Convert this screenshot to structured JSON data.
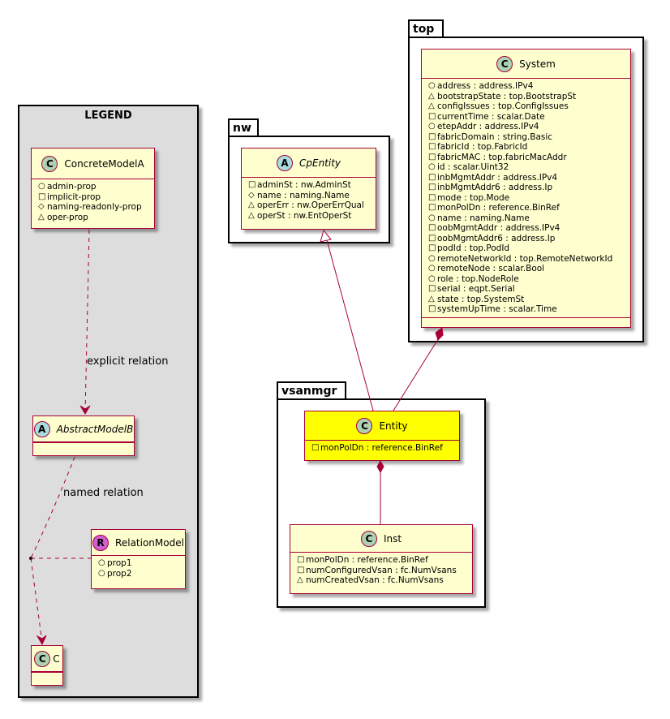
{
  "legend": {
    "title": "LEGEND",
    "concrete": {
      "name": "ConcreteModelA",
      "badge": "C",
      "attrs": [
        {
          "vis": "○",
          "text": "admin-prop"
        },
        {
          "vis": "□",
          "text": "implicit-prop"
        },
        {
          "vis": "◇",
          "text": "naming-readonly-prop"
        },
        {
          "vis": "△",
          "text": "oper-prop"
        }
      ]
    },
    "abstract": {
      "name": "AbstractModelB",
      "badge": "A"
    },
    "relation": {
      "name": "RelationModel",
      "badge": "R",
      "attrs": [
        {
          "vis": "○",
          "text": "prop1"
        },
        {
          "vis": "○",
          "text": "prop2"
        }
      ]
    },
    "c": {
      "name": "C",
      "badge": "C"
    },
    "explicit_label": "explicit relation",
    "named_label": "named relation"
  },
  "packages": {
    "nw": {
      "name": "nw",
      "class": {
        "name": "CpEntity",
        "badge": "A",
        "attrs": [
          {
            "vis": "□",
            "text": "adminSt : nw.AdminSt"
          },
          {
            "vis": "◇",
            "text": "name : naming.Name"
          },
          {
            "vis": "△",
            "text": "operErr : nw.OperErrQual"
          },
          {
            "vis": "△",
            "text": "operSt : nw.EntOperSt"
          }
        ]
      }
    },
    "top": {
      "name": "top",
      "class": {
        "name": "System",
        "badge": "C",
        "attrs": [
          {
            "vis": "○",
            "text": "address : address.IPv4"
          },
          {
            "vis": "△",
            "text": "bootstrapState : top.BootstrapSt"
          },
          {
            "vis": "△",
            "text": "configIssues : top.ConfigIssues"
          },
          {
            "vis": "□",
            "text": "currentTime : scalar.Date"
          },
          {
            "vis": "○",
            "text": "etepAddr : address.IPv4"
          },
          {
            "vis": "□",
            "text": "fabricDomain : string.Basic"
          },
          {
            "vis": "□",
            "text": "fabricId : top.FabricId"
          },
          {
            "vis": "□",
            "text": "fabricMAC : top.fabricMacAddr"
          },
          {
            "vis": "○",
            "text": "id : scalar.Uint32"
          },
          {
            "vis": "□",
            "text": "inbMgmtAddr : address.IPv4"
          },
          {
            "vis": "□",
            "text": "inbMgmtAddr6 : address.Ip"
          },
          {
            "vis": "□",
            "text": "mode : top.Mode"
          },
          {
            "vis": "□",
            "text": "monPolDn : reference.BinRef"
          },
          {
            "vis": "○",
            "text": "name : naming.Name"
          },
          {
            "vis": "□",
            "text": "oobMgmtAddr : address.IPv4"
          },
          {
            "vis": "□",
            "text": "oobMgmtAddr6 : address.Ip"
          },
          {
            "vis": "□",
            "text": "podId : top.PodId"
          },
          {
            "vis": "○",
            "text": "remoteNetworkId : top.RemoteNetworkId"
          },
          {
            "vis": "○",
            "text": "remoteNode : scalar.Bool"
          },
          {
            "vis": "○",
            "text": "role : top.NodeRole"
          },
          {
            "vis": "□",
            "text": "serial : eqpt.Serial"
          },
          {
            "vis": "△",
            "text": "state : top.SystemSt"
          },
          {
            "vis": "□",
            "text": "systemUpTime : scalar.Time"
          }
        ]
      }
    },
    "vsanmgr": {
      "name": "vsanmgr",
      "entity": {
        "name": "Entity",
        "badge": "C",
        "attrs": [
          {
            "vis": "□",
            "text": "monPolDn : reference.BinRef"
          }
        ]
      },
      "inst": {
        "name": "Inst",
        "badge": "C",
        "attrs": [
          {
            "vis": "□",
            "text": "monPolDn : reference.BinRef"
          },
          {
            "vis": "□",
            "text": "numConfiguredVsan : fc.NumVsans"
          },
          {
            "vis": "△",
            "text": "numCreatedVsan : fc.NumVsans"
          }
        ]
      }
    }
  },
  "colors": {
    "class_fill": "#fefece",
    "class_border": "#a80036",
    "highlight": "#ffff00",
    "legend_fill": "#dddddd"
  }
}
